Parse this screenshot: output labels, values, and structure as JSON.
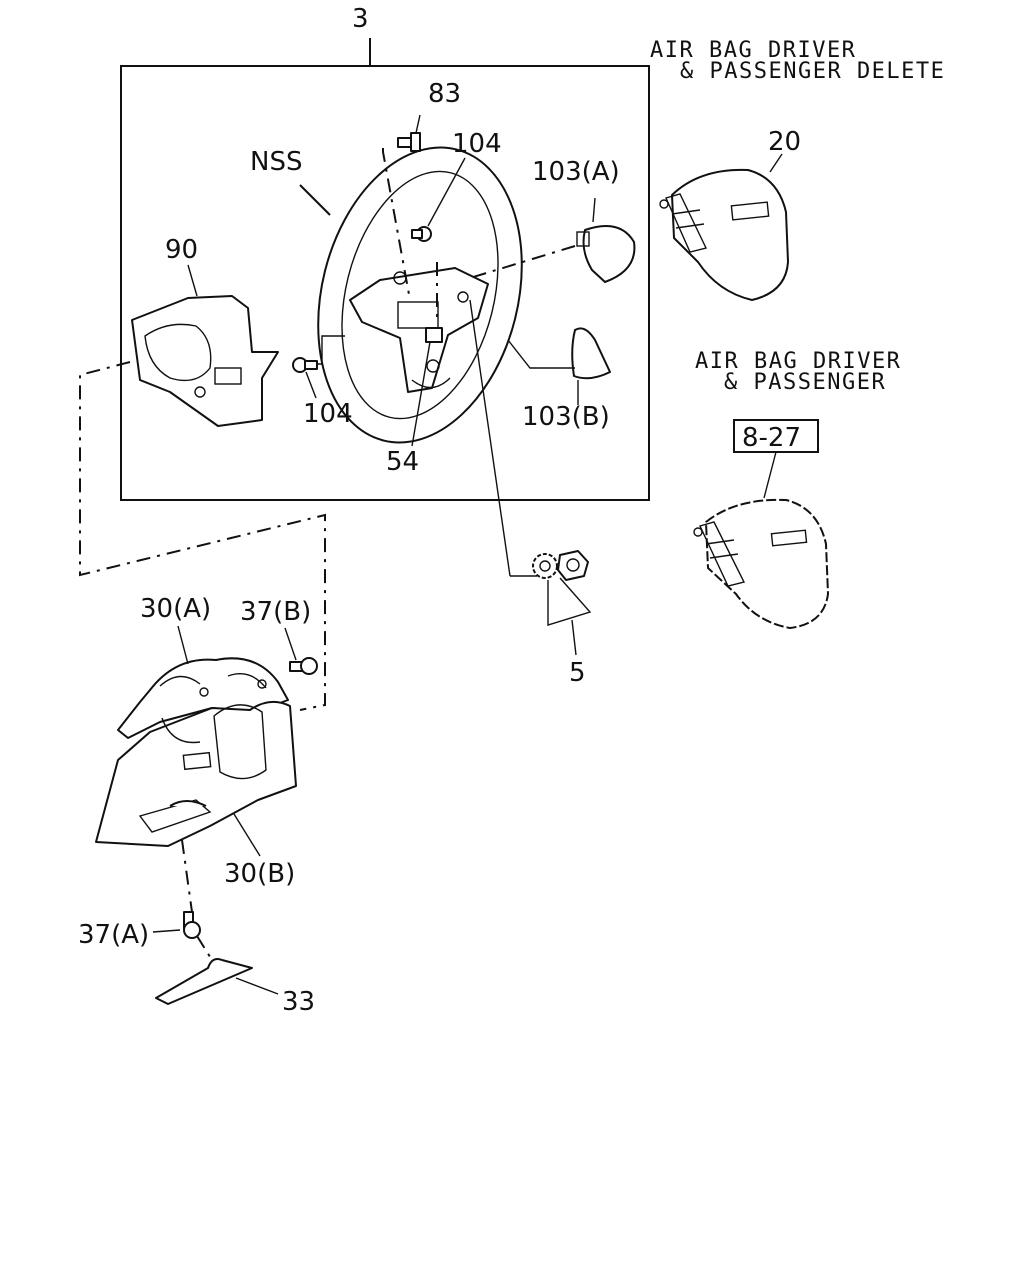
{
  "notes": {
    "airbag_delete_line1": "AIR BAG DRIVER",
    "airbag_delete_line2": "& PASSENGER DELETE",
    "airbag_line1": "AIR BAG DRIVER",
    "airbag_line2": "& PASSENGER"
  },
  "reference_box": "8-27",
  "callouts": {
    "p3": "3",
    "p83": "83",
    "p104_top": "104",
    "nss": "NSS",
    "p103a": "103(A)",
    "p20": "20",
    "p90": "90",
    "p104_left": "104",
    "p54": "54",
    "p103b": "103(B)",
    "p5": "5",
    "p30a": "30(A)",
    "p37b": "37(B)",
    "p30b": "30(B)",
    "p37a": "37(A)",
    "p33": "33"
  }
}
